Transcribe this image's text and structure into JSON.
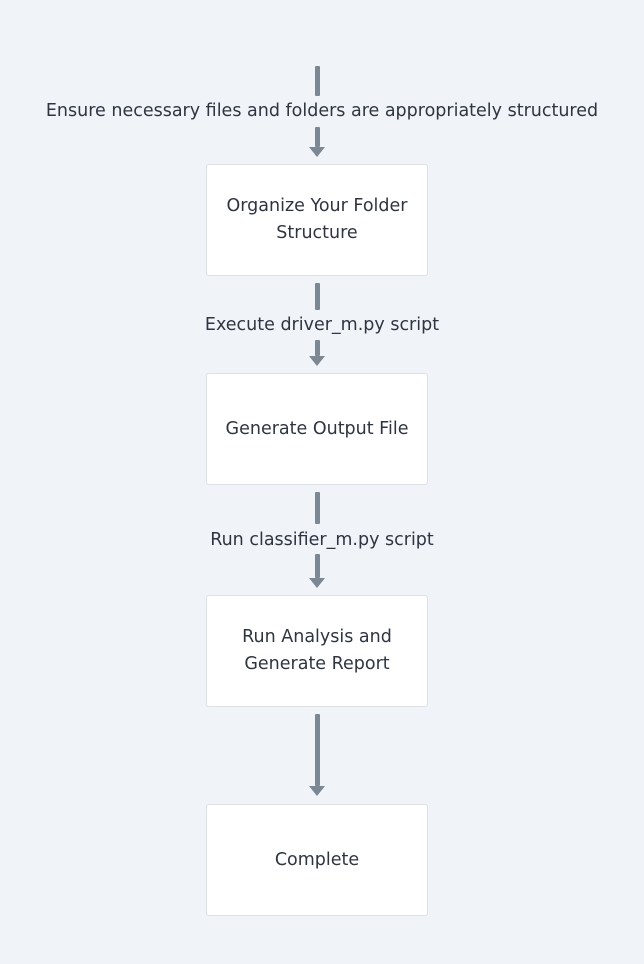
{
  "diagram": {
    "nodes": [
      {
        "id": "organize",
        "label": "Organize Your Folder Structure"
      },
      {
        "id": "generate-output",
        "label": "Generate Output File"
      },
      {
        "id": "run-analysis",
        "label": "Run Analysis and Generate Report"
      },
      {
        "id": "complete",
        "label": "Complete"
      }
    ],
    "edges": [
      {
        "from": "",
        "to": "organize",
        "label": "Ensure necessary files and folders are appropriately structured"
      },
      {
        "from": "organize",
        "to": "generate-output",
        "label": "Execute driver_m.py script"
      },
      {
        "from": "generate-output",
        "to": "run-analysis",
        "label": "Run classifier_m.py script"
      },
      {
        "from": "run-analysis",
        "to": "complete",
        "label": ""
      }
    ],
    "colors": {
      "background": "#f0f3f7",
      "node_fill": "#ffffff",
      "node_border": "#dde1e6",
      "arrow": "#7c8794",
      "text": "#2f3540"
    }
  }
}
